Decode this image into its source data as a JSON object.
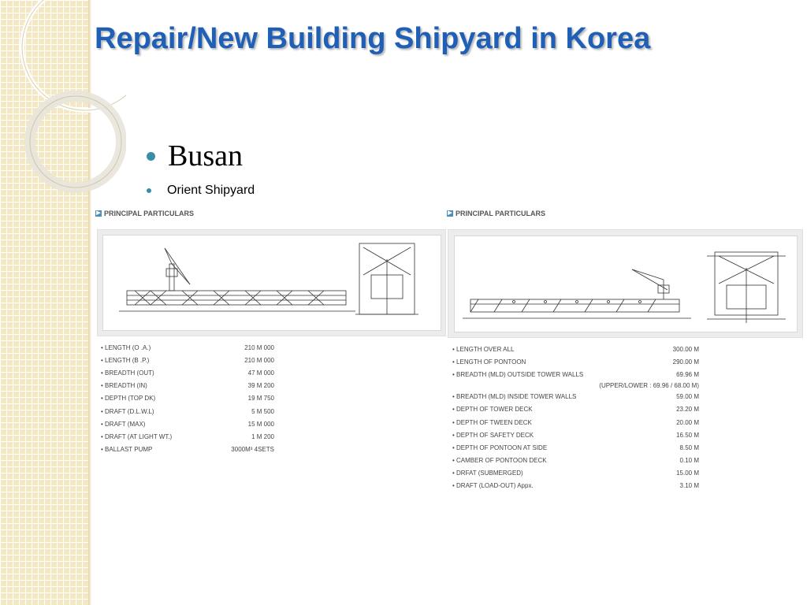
{
  "slide": {
    "title": "Repair/New Building Shipyard in Korea",
    "bullet_main": "Busan",
    "bullet_sub": "Orient Shipyard"
  },
  "left_panel": {
    "header": "PRINCIPAL PARTICULARS",
    "specs": [
      {
        "label": "LENGTH (O .A.)",
        "value": "210 M 000"
      },
      {
        "label": "LENGTH (B .P.)",
        "value": "210 M 000"
      },
      {
        "label": "BREADTH (OUT)",
        "value": "47 M 000"
      },
      {
        "label": "BREADTH (IN)",
        "value": "39 M 200"
      },
      {
        "label": "DEPTH (TOP DK)",
        "value": "19 M 750"
      },
      {
        "label": "DRAFT (D.L.W.L)",
        "value": "5 M 500"
      },
      {
        "label": "DRAFT (MAX)",
        "value": "15 M 000"
      },
      {
        "label": "DRAFT (AT LIGHT WT.)",
        "value": "1 M 200"
      },
      {
        "label": "BALLAST PUMP",
        "value": "3000M³ 4SETS"
      }
    ]
  },
  "right_panel": {
    "header": "PRINCIPAL PARTICULARS",
    "specs": [
      {
        "label": "LENGTH OVER ALL",
        "value": "300.00 M"
      },
      {
        "label": "LENGTH OF PONTOON",
        "value": "290.00 M"
      },
      {
        "label": "BREADTH (MLD) OUTSIDE TOWER WALLS",
        "value": "69.96 M"
      }
    ],
    "note": "(UPPER/LOWER : 69.96 / 68.00 M)",
    "specs2": [
      {
        "label": "BREADTH (MLD) INSIDE TOWER WALLS",
        "value": "59.00 M"
      },
      {
        "label": "DEPTH OF TOWER DECK",
        "value": "23.20 M"
      },
      {
        "label": "DEPTH OF TWEEN DECK",
        "value": "20.00 M"
      },
      {
        "label": "DEPTH OF SAFETY DECK",
        "value": "16.50 M"
      },
      {
        "label": "DEPTH OF PONTOON AT SIDE",
        "value": "8.50 M"
      },
      {
        "label": "CAMBER OF PONTOON DECK",
        "value": "0.10 M"
      },
      {
        "label": "DRFAT (SUBMERGED)",
        "value": "15.00 M"
      },
      {
        "label": "DRAFT (LOAD-OUT) Appx.",
        "value": "3.10 M"
      }
    ]
  },
  "colors": {
    "title": "#1f5fb5",
    "bullet": "#3a8da8",
    "side_pattern": "#f3e7c4"
  }
}
